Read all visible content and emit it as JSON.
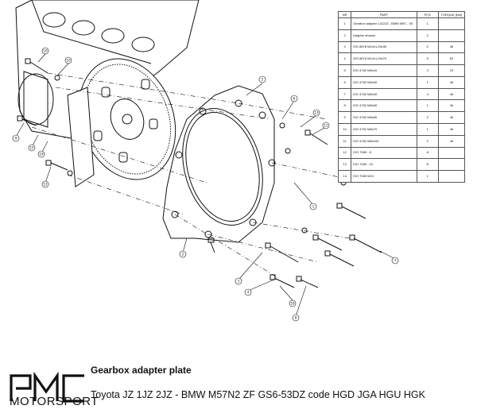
{
  "drawing": {
    "callouts": [
      "10",
      "10",
      "5",
      "6",
      "9",
      "15",
      "14",
      "12",
      "13",
      "11",
      "1",
      "2",
      "3",
      "4",
      "16",
      "8",
      "7"
    ]
  },
  "parts_table": {
    "headers": [
      "NR",
      "PART",
      "PCS",
      "TORQUE [Nm]"
    ],
    "rows": [
      [
        "1",
        "Gearbox adapter 1JZ2JZ - BMW M57 - 3S",
        "1",
        ""
      ],
      [
        "2",
        "Adapter shower",
        "2",
        ""
      ],
      [
        "3",
        "ISO 8678 M10x1,25x30",
        "2",
        "48"
      ],
      [
        "4",
        "ISO 8676 M12x1,25x70",
        "5",
        "50"
      ],
      [
        "5",
        "ISO 4762 M8x16",
        "3",
        "23"
      ],
      [
        "6",
        "ISO 4762 M8x30",
        "1",
        "46"
      ],
      [
        "7",
        "ISO 4762 M8x45",
        "3",
        "46"
      ],
      [
        "8",
        "ISO 4762 M8x60",
        "1",
        "46"
      ],
      [
        "9",
        "ISO 4762 M8x80",
        "2",
        "46"
      ],
      [
        "10",
        "ISO 4762 M8x70",
        "1",
        "46"
      ],
      [
        "11",
        "ISO 4762 M8x100",
        "2",
        "46"
      ],
      [
        "12",
        "ISO 7089 - 8",
        "8",
        ""
      ],
      [
        "13",
        "ISO 7089 - 10",
        "8",
        ""
      ],
      [
        "14",
        "ISO 7089 M10",
        "1",
        ""
      ]
    ]
  },
  "footer": {
    "brand": "MOTORSPORT",
    "title": "Gearbox adapter plate",
    "subtitle": "Toyota JZ 1JZ 2JZ - BMW M57N2 ZF GS6-53DZ code HGD JGA HGU HGK"
  }
}
